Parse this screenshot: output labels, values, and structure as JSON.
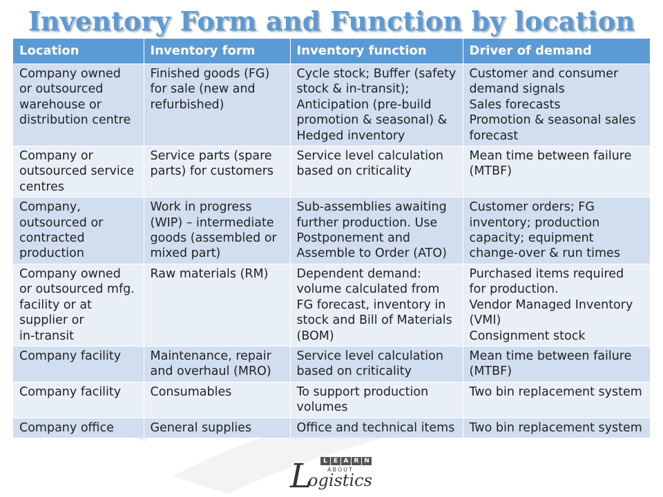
{
  "title": "Inventory Form and Function by location",
  "table": {
    "headers": [
      "Location",
      "Inventory form",
      "Inventory function",
      "Driver of demand"
    ],
    "rows": [
      {
        "location": [
          "Company owned",
          "or outsourced",
          "warehouse or",
          "distribution centre"
        ],
        "form": [
          "Finished goods (FG)",
          "for sale (new and",
          "refurbished)"
        ],
        "function": [
          "Cycle stock; Buffer (safety",
          "stock & in-transit);",
          "Anticipation (pre-build",
          "promotion & seasonal) &",
          "Hedged inventory"
        ],
        "driver": [
          "Customer and consumer",
          "demand signals",
          "Sales forecasts",
          "Promotion & seasonal sales",
          "forecast"
        ]
      },
      {
        "location": [
          "Company or",
          "outsourced service",
          "centres"
        ],
        "form": [
          "Service parts (spare",
          "parts) for customers"
        ],
        "function": [
          "Service level calculation",
          "based on criticality"
        ],
        "driver": [
          "Mean time between failure",
          "(MTBF)"
        ]
      },
      {
        "location": [
          "Company,",
          "outsourced or",
          "contracted",
          "production"
        ],
        "form": [
          "Work in progress",
          "(WIP) – intermediate",
          "goods (assembled or",
          "mixed part)"
        ],
        "function": [
          "Sub-assemblies awaiting",
          "further production. Use",
          "Postponement and",
          "Assemble to Order (ATO)"
        ],
        "driver": [
          "Customer orders; FG",
          "inventory; production",
          "capacity; equipment",
          "change-over & run times"
        ]
      },
      {
        "location": [
          "Company owned",
          "or outsourced mfg.",
          "facility or at",
          "supplier or",
          "in-transit"
        ],
        "form": [
          "Raw materials (RM)"
        ],
        "function": [
          "Dependent demand:",
          "volume calculated from",
          "FG forecast, inventory in",
          "stock and Bill of Materials",
          "(BOM)"
        ],
        "driver": [
          "Purchased items required",
          "for production.",
          "Vendor Managed Inventory",
          "(VMI)",
          "Consignment stock"
        ]
      },
      {
        "location": [
          "Company facility"
        ],
        "form": [
          "Maintenance, repair",
          "and overhaul (MRO)"
        ],
        "function": [
          "Service level calculation",
          "based on criticality"
        ],
        "driver": [
          "Mean time between failure",
          "(MTBF)"
        ]
      },
      {
        "location": [
          "Company facility"
        ],
        "form": [
          "Consumables"
        ],
        "function": [
          "To support production",
          "volumes"
        ],
        "driver": [
          "Two bin replacement system"
        ]
      },
      {
        "location": [
          "Company office"
        ],
        "form": [
          "General supplies"
        ],
        "function": [
          "Office and technical items"
        ],
        "driver": [
          "Two bin replacement system"
        ]
      }
    ]
  },
  "logo": {
    "boxes": [
      "L",
      "E",
      "A",
      "R",
      "N"
    ],
    "about": "ABOUT",
    "initial": "L",
    "word": "ogistics"
  },
  "colors": {
    "title": "#5b9bd5",
    "header_bg": "#5b9bd5",
    "row_dark": "#d0deef",
    "row_light": "#e9eff7"
  }
}
